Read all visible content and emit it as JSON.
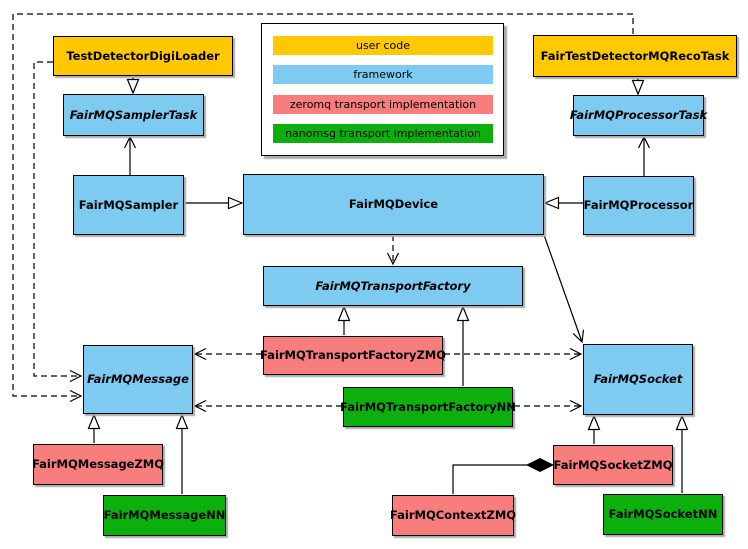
{
  "palette": {
    "user_code": "#ffc800",
    "framework": "#7dcbf1",
    "zeromq": "#f87d7d",
    "nanomsg": "#0cb00c",
    "line": "#000000",
    "background": "#ffffff"
  },
  "legend": {
    "items": [
      {
        "label": "user code",
        "category": "user_code"
      },
      {
        "label": "framework",
        "category": "framework"
      },
      {
        "label": "zeromq transport implementation",
        "category": "zeromq"
      },
      {
        "label": "nanomsg transport implementation",
        "category": "nanomsg"
      }
    ]
  },
  "nodes": {
    "test_detector_digi_loader": {
      "label": "TestDetectorDigiLoader",
      "category": "user_code",
      "abstract": false
    },
    "fair_test_detector_mq_reco_task": {
      "label": "FairTestDetectorMQRecoTask",
      "category": "user_code",
      "abstract": false
    },
    "fair_mq_sampler_task": {
      "label": "FairMQSamplerTask",
      "category": "framework",
      "abstract": true
    },
    "fair_mq_processor_task": {
      "label": "FairMQProcessorTask",
      "category": "framework",
      "abstract": true
    },
    "fair_mq_sampler": {
      "label": "FairMQSampler",
      "category": "framework",
      "abstract": false
    },
    "fair_mq_device": {
      "label": "FairMQDevice",
      "category": "framework",
      "abstract": false
    },
    "fair_mq_processor": {
      "label": "FairMQProcessor",
      "category": "framework",
      "abstract": false
    },
    "fair_mq_transport_factory": {
      "label": "FairMQTransportFactory",
      "category": "framework",
      "abstract": true
    },
    "fair_mq_transport_factory_zmq": {
      "label": "FairMQTransportFactoryZMQ",
      "category": "zeromq",
      "abstract": false
    },
    "fair_mq_transport_factory_nn": {
      "label": "FairMQTransportFactoryNN",
      "category": "nanomsg",
      "abstract": false
    },
    "fair_mq_message": {
      "label": "FairMQMessage",
      "category": "framework",
      "abstract": true
    },
    "fair_mq_socket": {
      "label": "FairMQSocket",
      "category": "framework",
      "abstract": true
    },
    "fair_mq_message_zmq": {
      "label": "FairMQMessageZMQ",
      "category": "zeromq",
      "abstract": false
    },
    "fair_mq_message_nn": {
      "label": "FairMQMessageNN",
      "category": "nanomsg",
      "abstract": false
    },
    "fair_mq_context_zmq": {
      "label": "FairMQContextZMQ",
      "category": "zeromq",
      "abstract": false
    },
    "fair_mq_socket_zmq": {
      "label": "FairMQSocketZMQ",
      "category": "zeromq",
      "abstract": false
    },
    "fair_mq_socket_nn": {
      "label": "FairMQSocketNN",
      "category": "nanomsg",
      "abstract": false
    }
  },
  "edges": [
    {
      "from": "test_detector_digi_loader",
      "to": "fair_mq_sampler_task",
      "kind": "inheritance"
    },
    {
      "from": "fair_test_detector_mq_reco_task",
      "to": "fair_mq_processor_task",
      "kind": "inheritance"
    },
    {
      "from": "fair_mq_sampler",
      "to": "fair_mq_device",
      "kind": "inheritance"
    },
    {
      "from": "fair_mq_processor",
      "to": "fair_mq_device",
      "kind": "inheritance"
    },
    {
      "from": "fair_mq_sampler",
      "to": "fair_mq_sampler_task",
      "kind": "association"
    },
    {
      "from": "fair_mq_processor",
      "to": "fair_mq_processor_task",
      "kind": "association"
    },
    {
      "from": "fair_mq_device",
      "to": "fair_mq_transport_factory",
      "kind": "dependency"
    },
    {
      "from": "fair_mq_device",
      "to": "fair_mq_socket",
      "kind": "association"
    },
    {
      "from": "fair_mq_transport_factory_zmq",
      "to": "fair_mq_transport_factory",
      "kind": "inheritance"
    },
    {
      "from": "fair_mq_transport_factory_nn",
      "to": "fair_mq_transport_factory",
      "kind": "inheritance"
    },
    {
      "from": "fair_mq_transport_factory_zmq",
      "to": "fair_mq_message",
      "kind": "dependency"
    },
    {
      "from": "fair_mq_transport_factory_zmq",
      "to": "fair_mq_socket",
      "kind": "dependency"
    },
    {
      "from": "fair_mq_transport_factory_nn",
      "to": "fair_mq_message",
      "kind": "dependency"
    },
    {
      "from": "fair_mq_transport_factory_nn",
      "to": "fair_mq_socket",
      "kind": "dependency"
    },
    {
      "from": "test_detector_digi_loader",
      "to": "fair_mq_message",
      "kind": "dependency"
    },
    {
      "from": "fair_test_detector_mq_reco_task",
      "to": "fair_mq_message",
      "kind": "dependency"
    },
    {
      "from": "fair_mq_message_zmq",
      "to": "fair_mq_message",
      "kind": "inheritance"
    },
    {
      "from": "fair_mq_message_nn",
      "to": "fair_mq_message",
      "kind": "inheritance"
    },
    {
      "from": "fair_mq_socket_zmq",
      "to": "fair_mq_socket",
      "kind": "inheritance"
    },
    {
      "from": "fair_mq_socket_nn",
      "to": "fair_mq_socket",
      "kind": "inheritance"
    },
    {
      "from": "fair_mq_socket_zmq",
      "to": "fair_mq_context_zmq",
      "kind": "composition"
    }
  ]
}
